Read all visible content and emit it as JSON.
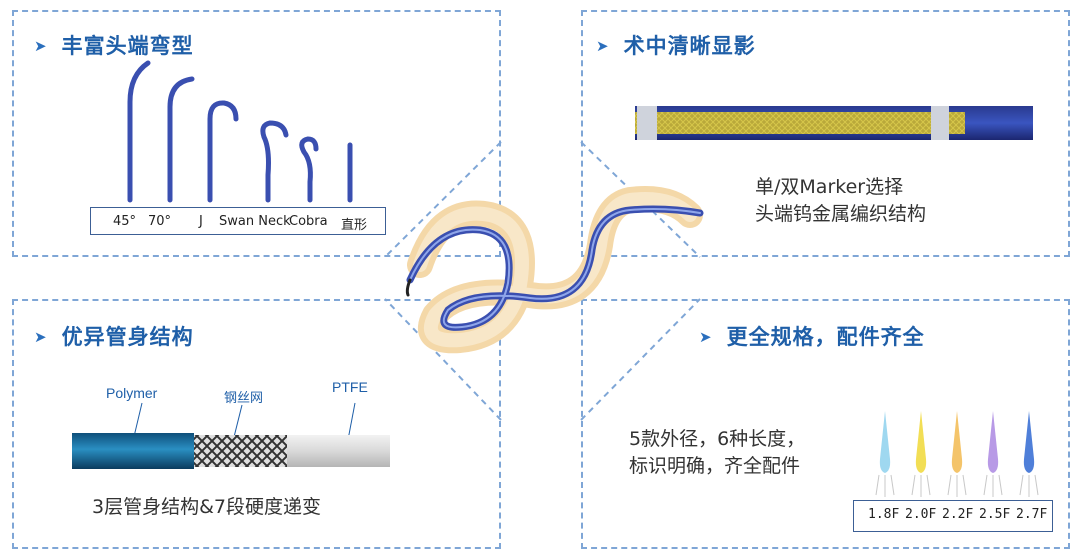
{
  "panels": {
    "tips": {
      "title": "丰富头端弯型",
      "labels": [
        "45°",
        "70°",
        "J",
        "Swan Neck",
        "Cobra",
        "直形"
      ]
    },
    "imaging": {
      "title": "术中清晰显影",
      "desc": [
        "单/双Marker选择",
        "头端钨金属编织结构"
      ]
    },
    "structure": {
      "title": "优异管身结构",
      "layers": [
        "Polymer",
        "钢丝网",
        "PTFE"
      ],
      "desc": "3层管身结构&7段硬度递变"
    },
    "specs": {
      "title": "更全规格，配件齐全",
      "desc": [
        "5款外径，6种长度，",
        "标识明确，齐全配件"
      ],
      "sizes": [
        "1.8F",
        "2.0F",
        "2.2F",
        "2.5F",
        "2.7F"
      ],
      "tip_colors": [
        "#9fd8f0",
        "#f2de55",
        "#f4c46a",
        "#b89ae6",
        "#4f7fd9"
      ]
    }
  },
  "colors": {
    "accent": "#1f5fa8",
    "dash": "#7fa6d6",
    "catheter": "#3a4fb0"
  }
}
